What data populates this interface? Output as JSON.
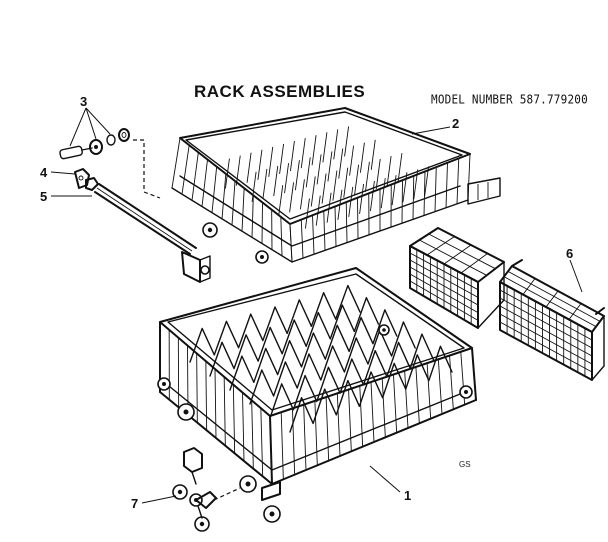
{
  "diagram": {
    "title": "RACK ASSEMBLIES",
    "model_number": "MODEL NUMBER 587.779200",
    "code": "GS"
  },
  "callouts": {
    "c1": "1",
    "c2": "2",
    "c3": "3",
    "c4": "4",
    "c5": "5",
    "c6": "6",
    "c7": "7"
  }
}
